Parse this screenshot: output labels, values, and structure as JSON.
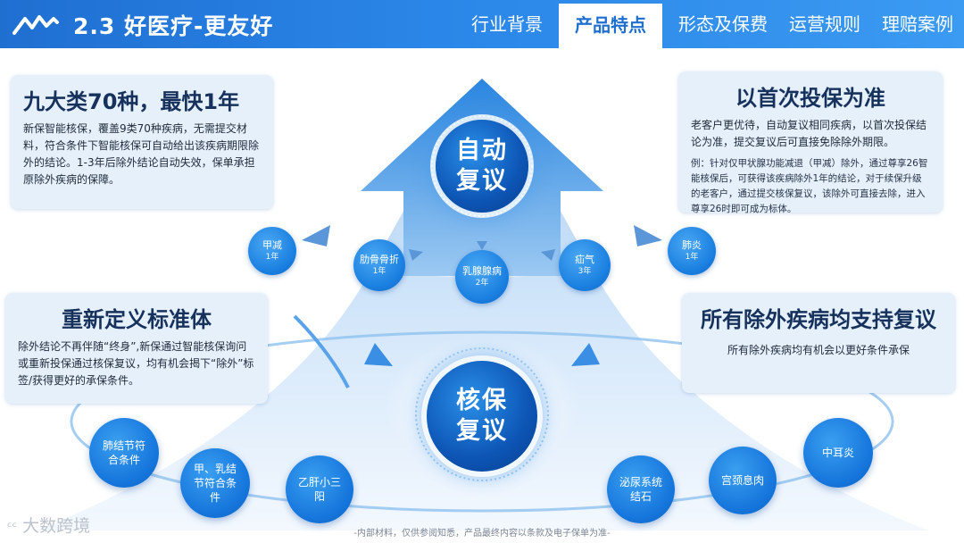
{
  "header": {
    "title": "2.3 好医疗-更友好",
    "tabs": [
      {
        "label": "行业背景",
        "active": false
      },
      {
        "label": "产品特点",
        "active": true
      },
      {
        "label": "形态及保费",
        "active": false
      },
      {
        "label": "运营规则",
        "active": false
      },
      {
        "label": "理赔案例",
        "active": false
      }
    ]
  },
  "colors": {
    "accent": "#1f6fd1",
    "card_bg": "#e6f0fb",
    "circle_dark": "#0d55b5"
  },
  "cards": {
    "top_left": {
      "title": "九大类70种，最快1年",
      "body": "新保智能核保，覆盖9类70种疾病，无需提交材料，符合条件下智能核保可自动给出该疾病期限除外的结论。1-3年后除外结论自动失效，保单承担原除外疾病的保障。"
    },
    "top_right": {
      "title": "以首次投保为准",
      "body": "老客户更优待，自动复议相同疾病，以首次投保结论为准，提交复议后可直接免除除外期限。",
      "note": "例：针对仅甲状腺功能减退（甲减）除外，通过尊享26智能核保后，可获得该疾病除外1年的结论，对于续保升级的老客户，通过提交核保复议，该除外可直接去除，进入尊享26时即可成为标体。"
    },
    "mid_left": {
      "title": "重新定义标准体",
      "body": "除外结论不再伴随“终身”,新保通过智能核保询问或重新投保通过核保复议，均有机会揭下“除外”标签/获得更好的承保条件。"
    },
    "mid_right": {
      "title": "所有除外疾病均支持复议",
      "body": "所有除外疾病均有机会以更好条件承保"
    }
  },
  "center": {
    "top_label": "自动复议",
    "bottom_label": "核保复议"
  },
  "top_nodes": [
    {
      "name": "甲减",
      "years": "1年"
    },
    {
      "name": "肋骨骨折",
      "years": "1年"
    },
    {
      "name": "乳腺腺病",
      "years": "2年"
    },
    {
      "name": "疝气",
      "years": "3年"
    },
    {
      "name": "肺炎",
      "years": "1年"
    }
  ],
  "bottom_nodes": [
    {
      "name": "肺结节符合条件"
    },
    {
      "name": "甲、乳结节符合条件"
    },
    {
      "name": "乙肝小三阳"
    },
    {
      "name": "泌尿系统结石"
    },
    {
      "name": "宫颈息肉"
    },
    {
      "name": "中耳炎"
    }
  ],
  "footer": "-内部材料，仅供参阅知悉，产品最终内容以条款及电子保单为准-",
  "watermark": "大数跨境"
}
